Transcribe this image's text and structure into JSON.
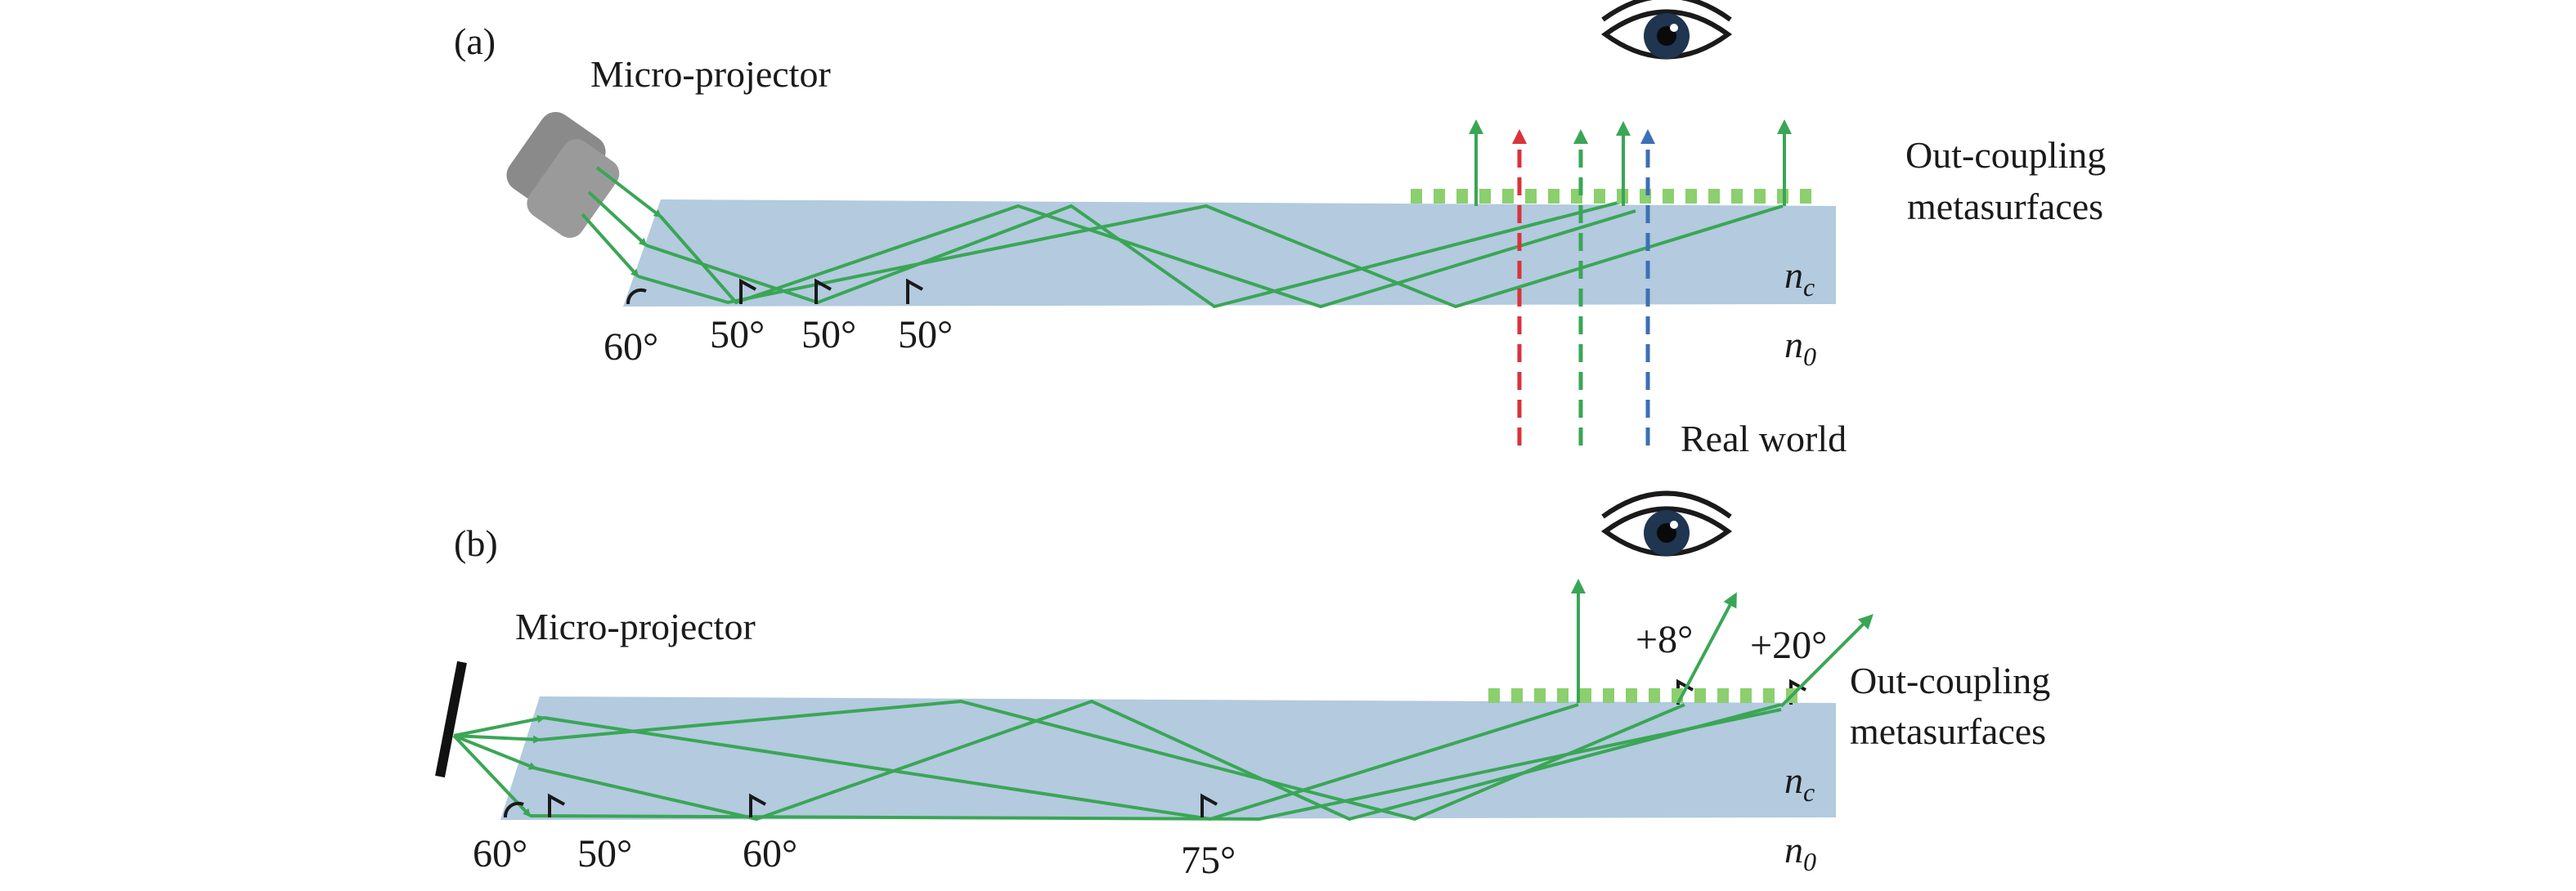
{
  "panel_a": {
    "label": "(a)",
    "projector_label": "Micro-projector",
    "outcoupling_line1": "Out-coupling",
    "outcoupling_line2": "metasurfaces",
    "angles": [
      "60°",
      "50°",
      "50°",
      "50°"
    ],
    "n_core": "n",
    "n_core_sub": "c",
    "n_outer": "n",
    "n_outer_sub": "0",
    "real_world_label": "Real world"
  },
  "panel_b": {
    "label": "(b)",
    "projector_label": "Micro-projector",
    "outcoupling_line1": "Out-coupling",
    "outcoupling_line2": "metasurfaces",
    "angles": [
      "60°",
      "50°",
      "60°",
      "75°"
    ],
    "out_angles": [
      "+8°",
      "+20°"
    ],
    "n_core": "n",
    "n_core_sub": "c",
    "n_outer": "n",
    "n_outer_sub": "0"
  },
  "colors": {
    "waveguide": "#b3cadf",
    "ray": "#3aa655",
    "metasurface": "#8ccf6e",
    "projector": "#8a8a8a",
    "red": "#d9323a",
    "green_dashed": "#3aa655",
    "blue": "#3c6fb5"
  },
  "icons": [
    "eye-icon",
    "eye-icon"
  ]
}
